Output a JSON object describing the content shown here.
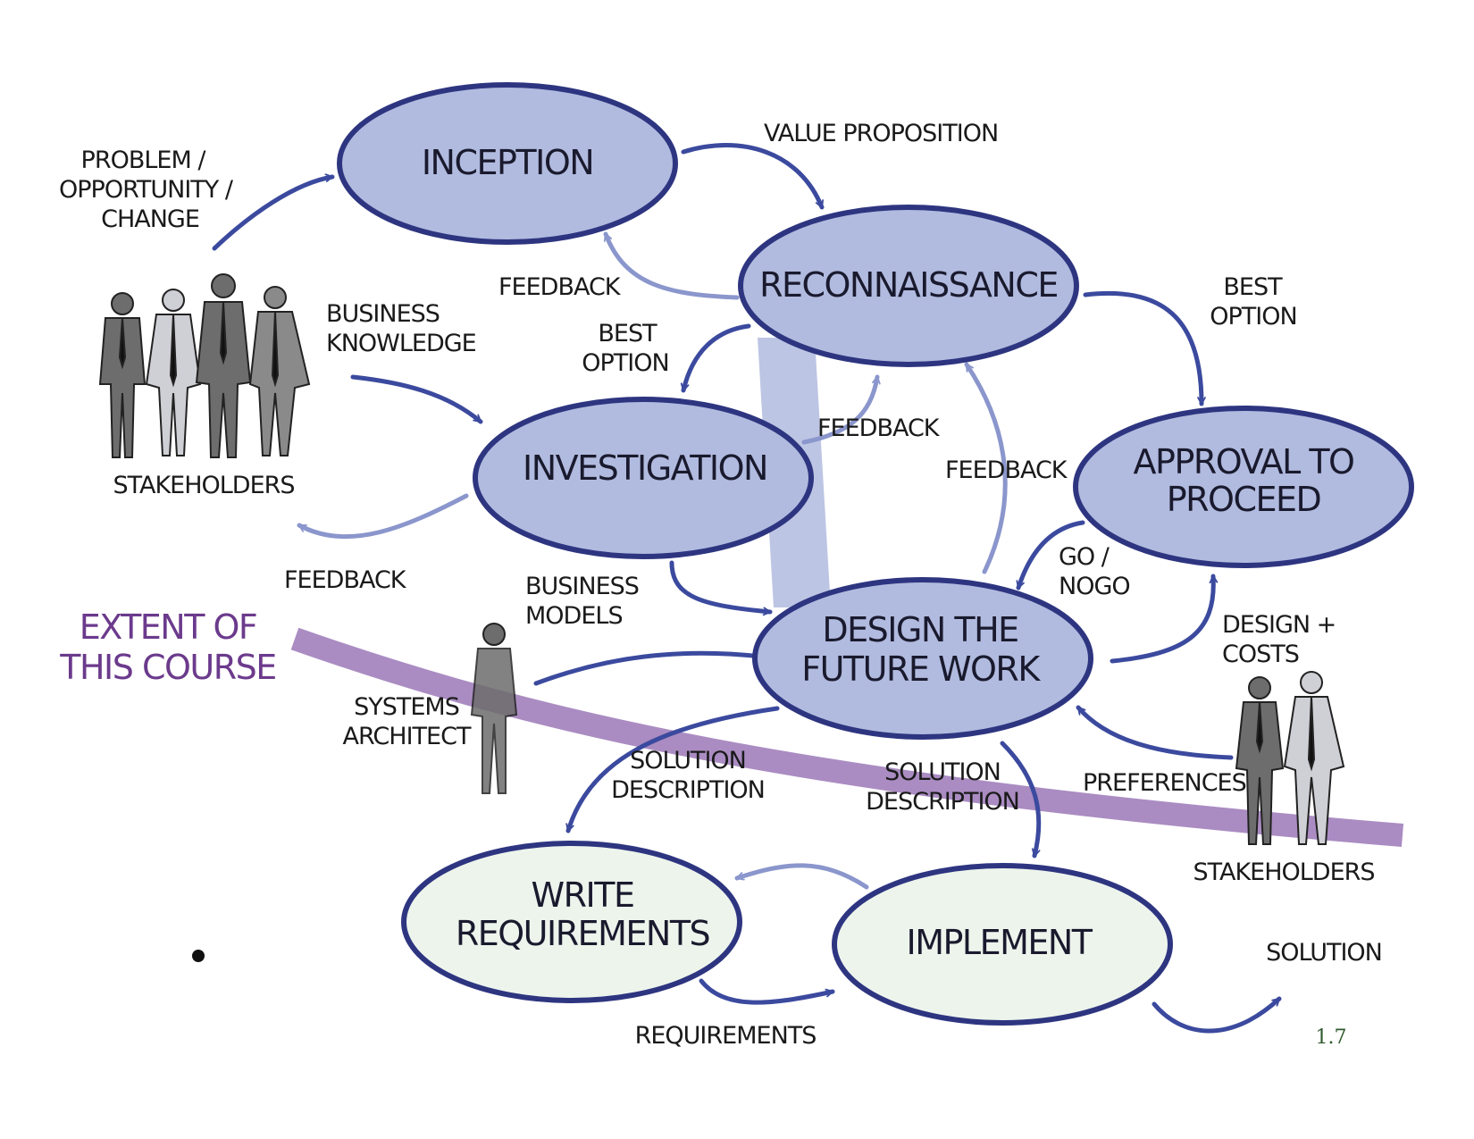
{
  "nodes": {
    "inception": [
      "INCEPTION"
    ],
    "reconnaissance": [
      "RECONNAISSANCE"
    ],
    "investigation": [
      "INVESTIGATION"
    ],
    "approval": [
      "APPROVAL TO",
      "PROCEED"
    ],
    "design": [
      "DESIGN THE",
      "FUTURE WORK"
    ],
    "write": [
      "WRITE",
      "REQUIREMENTS"
    ],
    "implement": [
      "IMPLEMENT"
    ]
  },
  "labels": {
    "problem": [
      "PROBLEM /",
      "OPPORTUNITY /",
      "CHANGE"
    ],
    "value_proposition": "VALUE PROPOSITION",
    "feedback_inception": "FEEDBACK",
    "best_option_left": [
      "BEST",
      "OPTION"
    ],
    "best_option_right": [
      "BEST",
      "OPTION"
    ],
    "business_knowledge": [
      "BUSINESS",
      "KNOWLEDGE"
    ],
    "stakeholders_left": "STAKEHOLDERS",
    "feedback_investigation": "FEEDBACK",
    "feedback_design": "FEEDBACK",
    "feedback_stakeholders": "FEEDBACK",
    "go_nogo": [
      "GO /",
      "NOGO"
    ],
    "business_models": [
      "BUSINESS",
      "MODELS"
    ],
    "design_costs": [
      "DESIGN +",
      "COSTS"
    ],
    "systems_architect": [
      "SYSTEMS",
      "ARCHITECT"
    ],
    "solution_description_left": [
      "SOLUTION",
      "DESCRIPTION"
    ],
    "solution_description_right": [
      "SOLUTION",
      "DESCRIPTION"
    ],
    "preferences": "PREFERENCES",
    "stakeholders_right": "STAKEHOLDERS",
    "requirements": "REQUIREMENTS",
    "solution": "SOLUTION"
  },
  "course_extent": [
    "EXTENT OF",
    "THIS COURSE"
  ],
  "page_number": "1.7",
  "colors": {
    "node_fill": "#b1bbdf",
    "node_fill_light": "#edf4ec",
    "node_stroke": "#2e3580",
    "arrow": "#3b4a9e",
    "arrow_light": "#8a96cc",
    "course_line": "#a586bf",
    "course_text": "#6b3a8c",
    "person_dark": "#6d6d6d",
    "person_light": "#cfcfd6"
  }
}
